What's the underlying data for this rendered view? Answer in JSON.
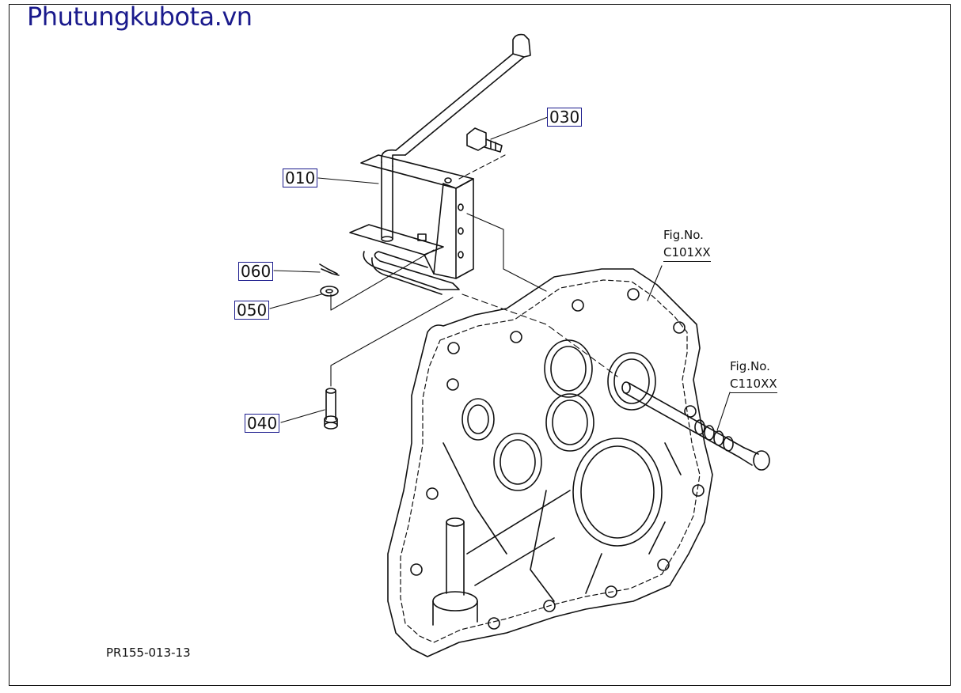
{
  "header": {
    "site_title": "Phutungkubota.vn"
  },
  "drawing": {
    "code": "PR155-013-13"
  },
  "parts": [
    {
      "id": "030",
      "label": "030"
    },
    {
      "id": "010",
      "label": "010"
    },
    {
      "id": "060",
      "label": "060"
    },
    {
      "id": "050",
      "label": "050"
    },
    {
      "id": "040",
      "label": "040"
    }
  ],
  "figure_refs": [
    {
      "title": "Fig.No.",
      "code": "C101XX"
    },
    {
      "title": "Fig.No.",
      "code": "C110XX"
    }
  ]
}
